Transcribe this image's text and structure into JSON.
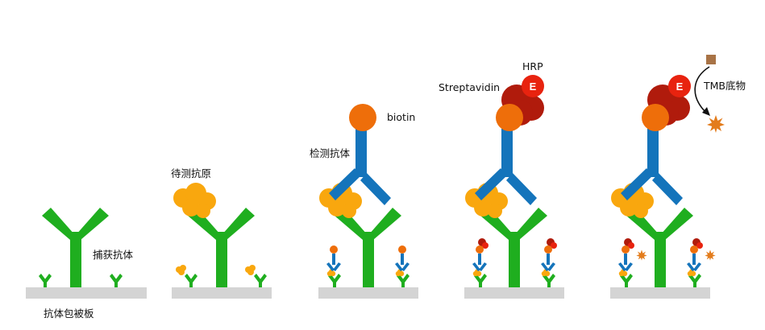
{
  "labels": {
    "plate": "抗体包被板",
    "capture_antibody": "捕获抗体",
    "antigen": "待测抗原",
    "detection_antibody": "检测抗体",
    "biotin": "biotin",
    "streptavidin": "Streptavidin",
    "hrp": "HRP",
    "enzyme": "E",
    "substrate": "TMB底物"
  },
  "colors": {
    "antibody_green": "#1fae1f",
    "antibody_blue": "#1474bb",
    "antigen_orange": "#f9a70e",
    "biotin_orange": "#ee6e0a",
    "streptavidin_red": "#b01b0c",
    "enzyme_red": "#e8230f",
    "plate_gray": "#d4d4d4",
    "substrate_brown": "#a87346",
    "product_orange": "#e37c1c",
    "arrow": "#111111"
  }
}
